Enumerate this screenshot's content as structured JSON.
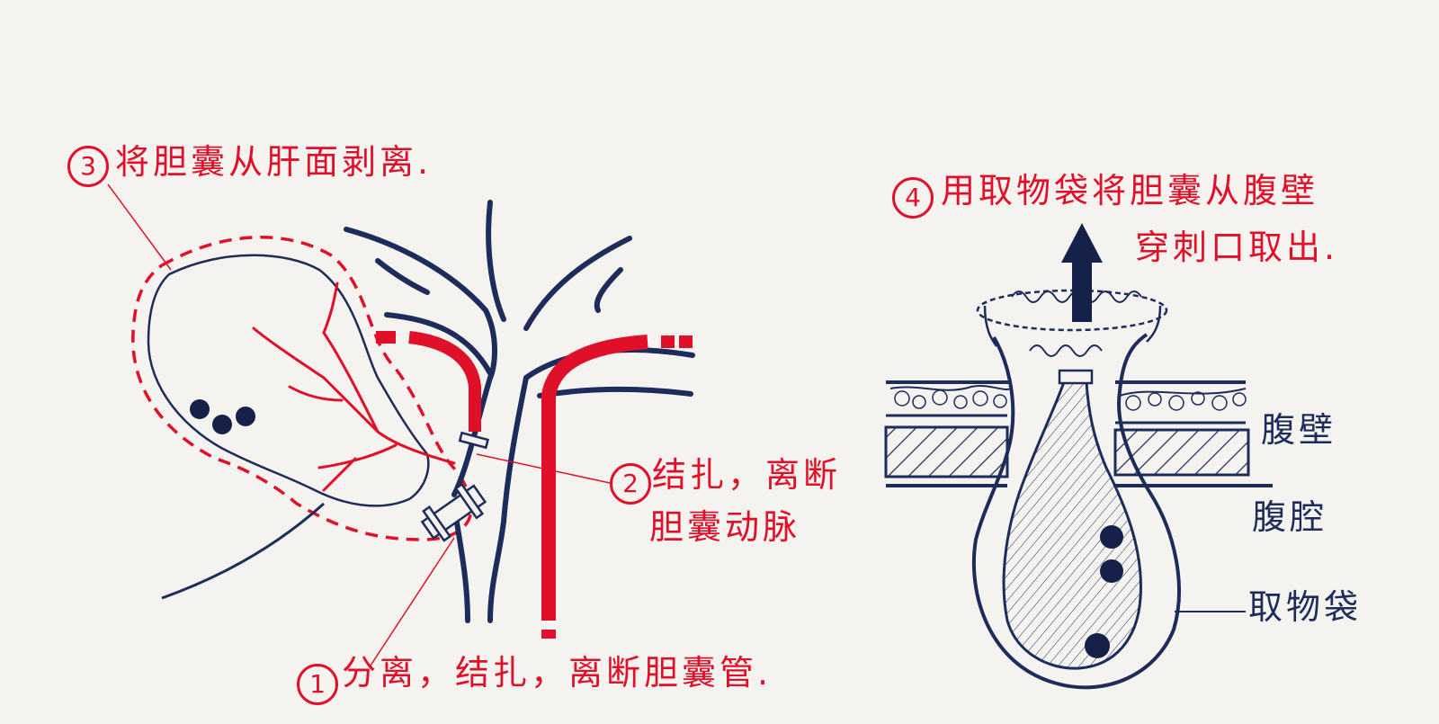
{
  "steps": [
    {
      "number": "1",
      "text": "分离，结扎，离断胆囊管."
    },
    {
      "number": "2",
      "line1": "结扎，离断",
      "line2": "胆囊动脉"
    },
    {
      "number": "3",
      "text": "将胆囊从肝面剥离."
    },
    {
      "number": "4",
      "line1": "用取物袋将胆囊从腹壁",
      "line2": "穿刺口取出."
    }
  ],
  "labels": {
    "abdominal_wall": "腹壁",
    "abdominal_cavity": "腹腔",
    "retrieval_bag": "取物袋"
  },
  "colors": {
    "annotation": "#e0102a",
    "outline": "#1d2c5a",
    "paper": "#f5f3ef"
  }
}
